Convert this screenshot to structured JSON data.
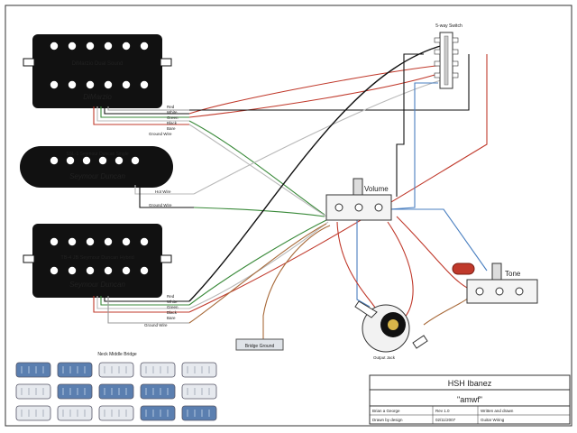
{
  "pickups": {
    "neck": {
      "brand": "DiMarzio",
      "model": "DiMarzio Dual Sound",
      "wire_labels": [
        "Red",
        "White",
        "Green",
        "Black",
        "Bare"
      ]
    },
    "middle": {
      "brand": "Seymour Duncan",
      "model": "SSL-1 Seymour Duncan Single"
    },
    "bridge": {
      "brand": "Seymour Duncan",
      "model": "TB-4 JB Seymour Duncan Hybrid",
      "wire_labels": [
        "Red",
        "White",
        "Green",
        "Black",
        "Bare"
      ]
    }
  },
  "labels": {
    "switch": "5-way Switch",
    "volume": "Volume",
    "tone": "Tone",
    "output_jack": "Output Jack",
    "bridge_ground": "Bridge Ground",
    "middle_hot": "Hot Wire",
    "middle_ground": "Ground Wire",
    "neck_ground": "Ground Wire",
    "bridge_pickup_ground": "Ground Wire",
    "table_header": "Neck  Middle  Bridge"
  },
  "title_block": {
    "title": "HSH Ibanez",
    "subtitle": "\"amwf\"",
    "cells": [
      [
        "Brian a George",
        "Rev 1.0",
        "Written and drawn"
      ],
      [
        "Drawn by design",
        "02/11/2007",
        "Guitar Wiring"
      ]
    ]
  },
  "colors": {
    "pickup_body": "#111111",
    "pole": "#ffffff",
    "red_wire": "#c0392b",
    "green_wire": "#3a8a3a",
    "white_wire": "#b8b8b8",
    "black_wire": "#111111",
    "blue_wire": "#4a7fc0",
    "brown_wire": "#a86a3a",
    "table_blue": "#5b7fb0",
    "table_grey": "#e6e9ee",
    "cap_red": "#c0392b"
  },
  "switch_table": {
    "rows": [
      [
        "blue",
        "blue",
        "grey",
        "grey",
        "grey"
      ],
      [
        "grey",
        "blue",
        "blue",
        "blue",
        "grey"
      ],
      [
        "grey",
        "grey",
        "grey",
        "blue",
        "blue"
      ]
    ]
  }
}
